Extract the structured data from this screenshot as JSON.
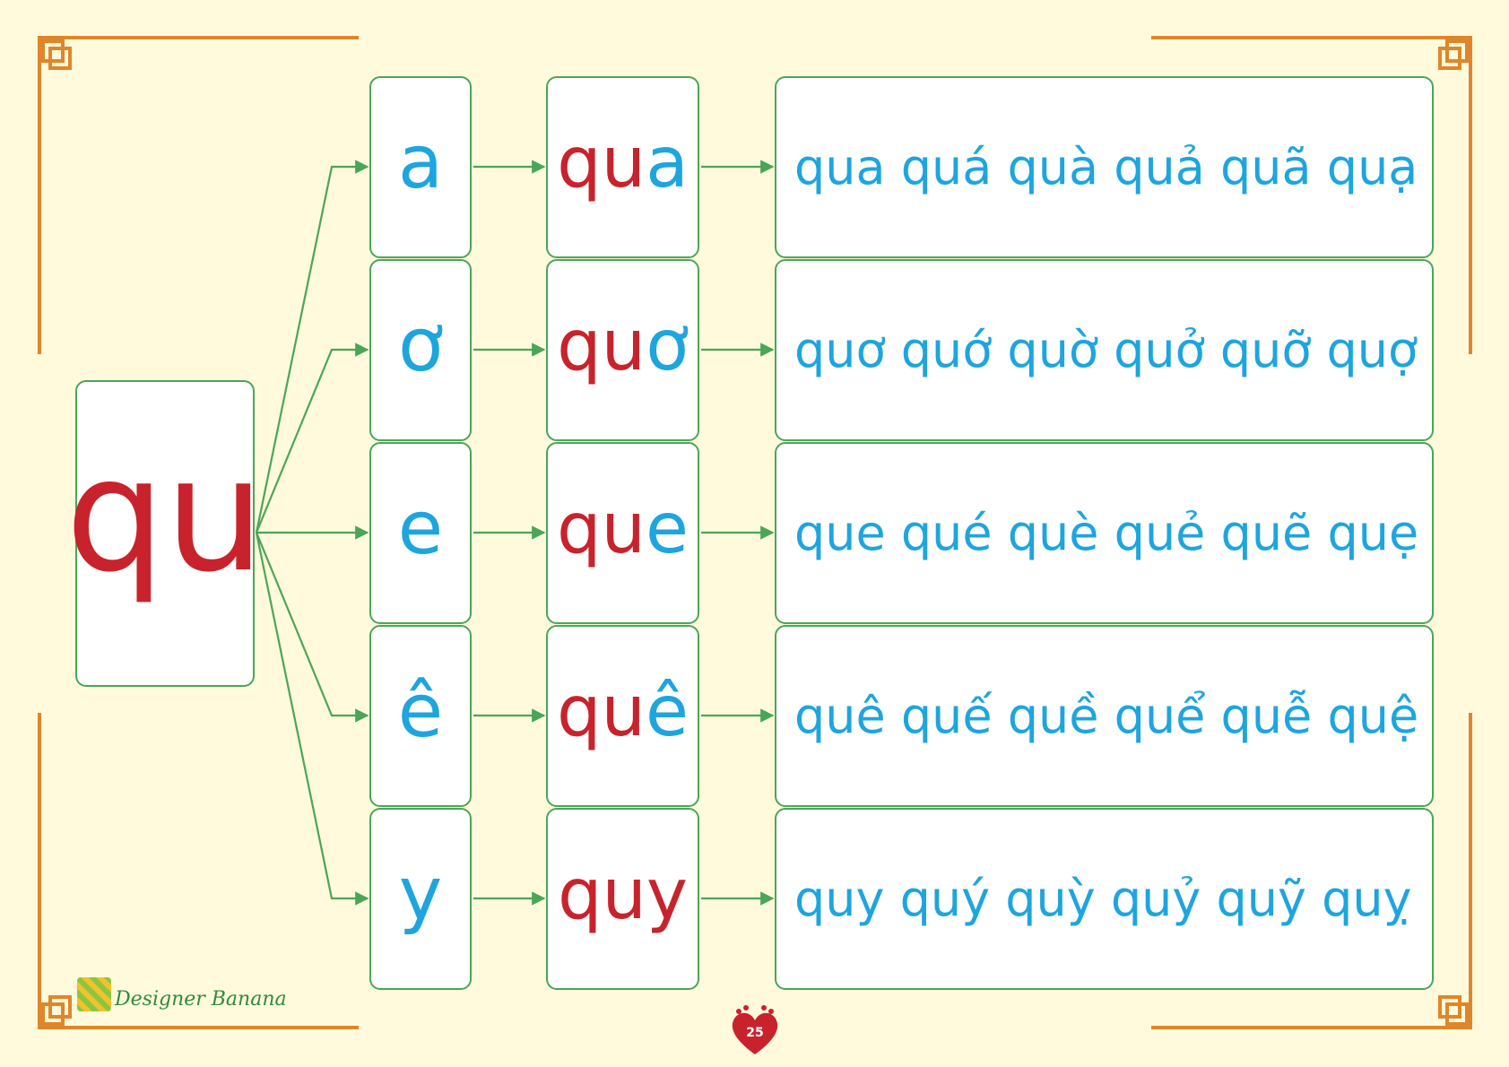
{
  "onset": {
    "red": "qu"
  },
  "rows": [
    {
      "vowel": "a",
      "syllable_onset": "qu",
      "syllable_vowel": "a",
      "tones": "qua quá quà quả quã quạ"
    },
    {
      "vowel": "ơ",
      "syllable_onset": "qu",
      "syllable_vowel": "ơ",
      "tones": "quơ quớ quờ quở quỡ quợ"
    },
    {
      "vowel": "e",
      "syllable_onset": "qu",
      "syllable_vowel": "e",
      "tones": "que qué què quẻ quẽ quẹ"
    },
    {
      "vowel": "ê",
      "syllable_onset": "qu",
      "syllable_vowel": "ê",
      "tones": "quê quế quề quể quễ quệ"
    },
    {
      "vowel": "y",
      "syllable_onset": "quy",
      "syllable_vowel": "",
      "tones": "quy quý quỳ quỷ quỹ quỵ"
    }
  ],
  "logo": {
    "text": "Designer Banana",
    "icon": "banana-logo-icon"
  },
  "page_number": "25",
  "colors": {
    "red": "#c8232c",
    "blue": "#1ea5de",
    "green": "#4aa657",
    "frame": "#e0862a",
    "background": "#fffadb"
  }
}
